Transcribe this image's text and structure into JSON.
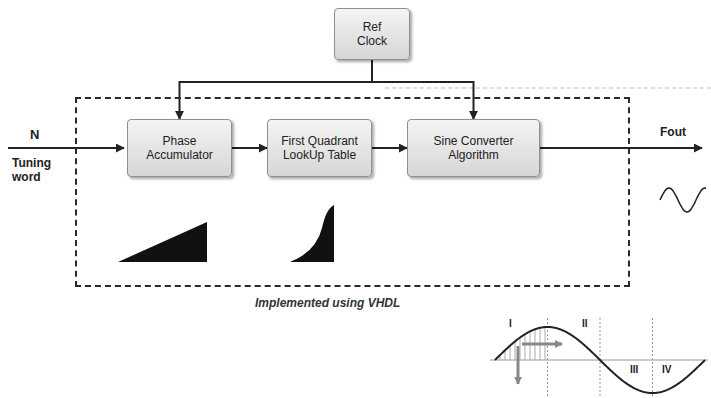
{
  "diagram": {
    "nodes": [
      {
        "text": [
          "Ref Clock"
        ]
      },
      {
        "text": [
          "Implemented using VHDL"
        ]
      },
      {
        "text": [
          "Phase Accumulator"
        ],
        "in": 1
      },
      {
        "text": [
          "First Quadrant LookUp Table"
        ],
        "in": 1
      },
      {
        "text": [
          "Sine Converter Algorithm"
        ],
        "in": 1
      }
    ],
    "edges": [
      {
        "from": 0,
        "to": 2,
        "arrow": "to"
      },
      {
        "from": 0,
        "to": 4,
        "arrow": "to"
      },
      {
        "from": 2,
        "to": 3,
        "arrow": "to"
      },
      {
        "from": 3,
        "to": 4,
        "arrow": "to"
      }
    ],
    "labels": [
      "N",
      "Tuning word",
      "Fout",
      "I",
      "II",
      "III",
      "IV"
    ]
  }
}
